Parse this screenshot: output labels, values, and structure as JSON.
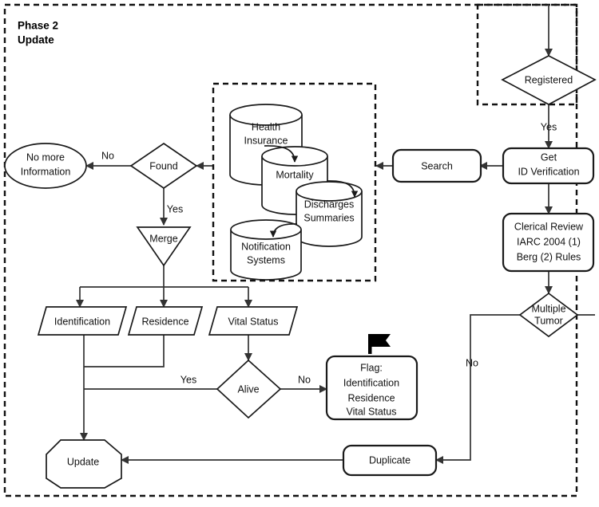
{
  "diagram": {
    "title_line1": "Phase 2",
    "title_line2": "Update",
    "type": "flowchart"
  },
  "nodes": {
    "registered": {
      "label": "Registered",
      "shape": "decision"
    },
    "get_id_verification": {
      "line1": "Get",
      "line2": "ID Verification",
      "shape": "rounded-rect"
    },
    "clerical_review": {
      "line1": "Clerical Review",
      "line2": "IARC 2004 (1)",
      "line3": "Berg (2) Rules",
      "shape": "rounded-rect"
    },
    "multiple_tumor": {
      "line1": "Multiple",
      "line2": "Tumor",
      "shape": "decision"
    },
    "search": {
      "label": "Search",
      "shape": "rounded-rect"
    },
    "found": {
      "label": "Found",
      "shape": "decision"
    },
    "no_more_information": {
      "line1": "No more",
      "line2": "Information",
      "shape": "ellipse"
    },
    "merge": {
      "label": "Merge",
      "shape": "inverted-triangle"
    },
    "identification": {
      "label": "Identification",
      "shape": "parallelogram"
    },
    "residence": {
      "label": "Residence",
      "shape": "parallelogram"
    },
    "vital_status": {
      "label": "Vital Status",
      "shape": "parallelogram"
    },
    "alive": {
      "label": "Alive",
      "shape": "decision"
    },
    "flag_box": {
      "line1": "Flag:",
      "line2": "Identification",
      "line3": "Residence",
      "line4": "Vital Status",
      "shape": "rounded-rect",
      "icon": "flag-icon"
    },
    "duplicate": {
      "label": "Duplicate",
      "shape": "rounded-rect"
    },
    "update": {
      "label": "Update",
      "shape": "octagon"
    }
  },
  "databases": [
    {
      "id": "health-insurance",
      "line1": "Health",
      "line2": "Insurance"
    },
    {
      "id": "mortality",
      "line1": "Mortality",
      "line2": ""
    },
    {
      "id": "discharges-summaries",
      "line1": "Discharges",
      "line2": "Summaries"
    },
    {
      "id": "notification-systems",
      "line1": "Notification",
      "line2": "Systems"
    }
  ],
  "edge_labels": {
    "registered_yes": "Yes",
    "found_no": "No",
    "found_yes": "Yes",
    "alive_yes": "Yes",
    "alive_no": "No",
    "multiple_tumor_no": "No"
  },
  "colors": {
    "stroke": "#1a1a1a",
    "edge": "#333333",
    "background": "#ffffff",
    "text": "#111111"
  }
}
